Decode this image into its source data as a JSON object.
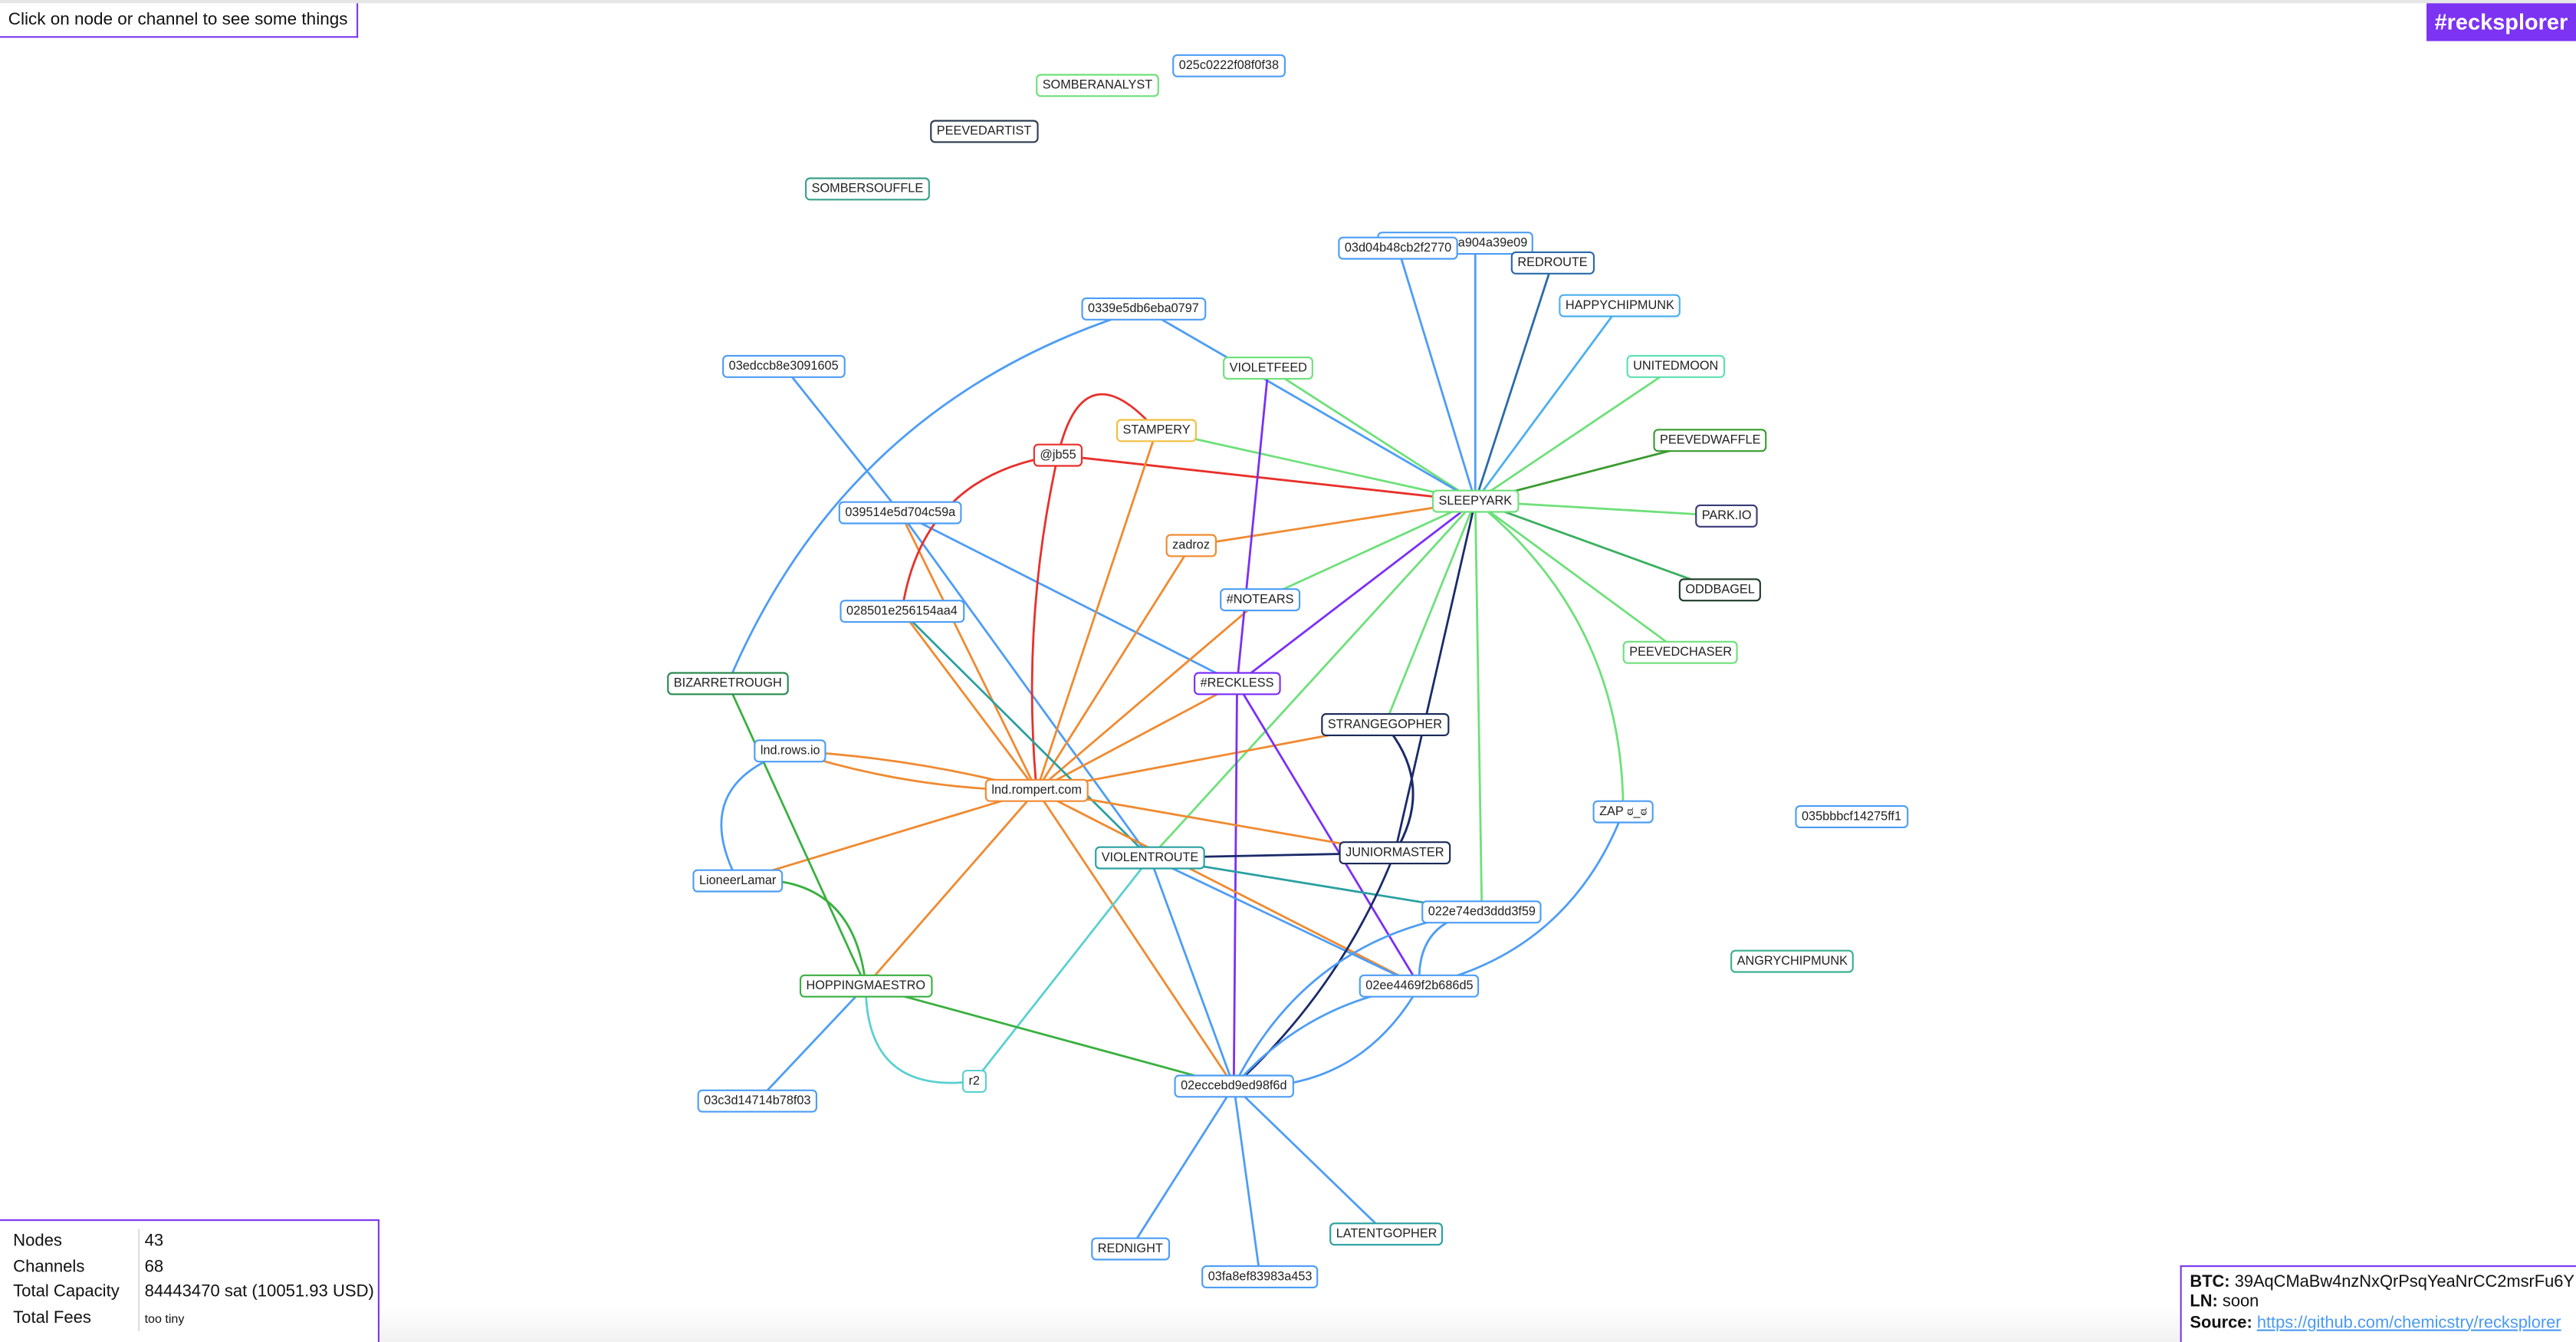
{
  "header": {
    "hint": "Click on node or channel to see some things",
    "brand": "#recksplorer"
  },
  "stats": {
    "rows": [
      {
        "label": "Nodes",
        "value": "43"
      },
      {
        "label": "Channels",
        "value": "68"
      },
      {
        "label": "Total Capacity",
        "value": "84443470 sat (10051.93 USD)"
      },
      {
        "label": "Total Fees",
        "value": "too tiny"
      }
    ]
  },
  "donate": {
    "btc_label": "BTC:",
    "btc_value": "39AqCMaBw4nzNxQrPsqYeaNrCC2msrFu6Y",
    "ln_label": "LN:",
    "ln_value": "soon",
    "source_label": "Source:",
    "source_link": "https://github.com/chemicstry/recksplorer"
  },
  "colors": {
    "accent": "#7c33f2",
    "blue": "#4d9df5",
    "green": "#6ee07a",
    "orange": "#f08a30",
    "red": "#e8302a",
    "purple": "#7b2ff7",
    "navy": "#1a2a6a",
    "teal": "#2aa0a0",
    "cyan": "#5ad0d0"
  },
  "nodes": [
    {
      "label": "SOMBERANALYST",
      "color": "#6ee07a"
    },
    {
      "label": "025c0222f08f0f38",
      "color": "#4d9df5"
    },
    {
      "label": "PEEVEDARTIST",
      "color": "#2c3e50"
    },
    {
      "label": "SOMBERSOUFFLE",
      "color": "#3aa08a"
    },
    {
      "label": "9a904a39e09",
      "color": "#4d9df5"
    },
    {
      "label": "03d04b48cb2f2770",
      "color": "#4d9df5"
    },
    {
      "label": "REDROUTE",
      "color": "#2a6aa8"
    },
    {
      "label": "HAPPYCHIPMUNK",
      "color": "#4ab0ef"
    },
    {
      "label": "0339e5db6eba0797",
      "color": "#4d9df5"
    },
    {
      "label": "03edccb8e3091605",
      "color": "#4d9df5"
    },
    {
      "label": "VIOLETFEED",
      "color": "#6ee07a"
    },
    {
      "label": "UNITEDMOON",
      "color": "#5fe0b0"
    },
    {
      "label": "STAMPERY",
      "color": "#f0c040"
    },
    {
      "label": "PEEVEDWAFFLE",
      "color": "#3a9a30"
    },
    {
      "label": "@jb55",
      "color": "#e8302a"
    },
    {
      "label": "SLEEPYARK",
      "color": "#6ee07a"
    },
    {
      "label": "039514e5d704c59a",
      "color": "#4d9df5"
    },
    {
      "label": "PARK.IO",
      "color": "#3a3a7a"
    },
    {
      "label": "zadroz",
      "color": "#f08a30"
    },
    {
      "label": "ODDBAGEL",
      "color": "#1e3a2a"
    },
    {
      "label": "#NOTEARS",
      "color": "#4d9df5"
    },
    {
      "label": "028501e256154aa4",
      "color": "#4d9df5"
    },
    {
      "label": "PEEVEDCHASER",
      "color": "#6ee07a"
    },
    {
      "label": "BIZARRETROUGH",
      "color": "#2a8a50"
    },
    {
      "label": "#RECKLESS",
      "color": "#7b2ff7"
    },
    {
      "label": "STRANGEGOPHER",
      "color": "#1a2a5a"
    },
    {
      "label": "lnd.rows.io",
      "color": "#4d9df5"
    },
    {
      "label": "lnd.rompert.com",
      "color": "#f08a30"
    },
    {
      "label": "ZAP ಠ_ಠ",
      "color": "#4d9df5"
    },
    {
      "label": "035bbbcf14275ff1",
      "color": "#4d9df5"
    },
    {
      "label": "JUNIORMASTER",
      "color": "#1a2a5a"
    },
    {
      "label": "VIOLENTROUTE",
      "color": "#2aa0a0"
    },
    {
      "label": "LioneerLamar",
      "color": "#4d9df5"
    },
    {
      "label": "022e74ed3ddd3f59",
      "color": "#4d9df5"
    },
    {
      "label": "ANGRYCHIPMUNK",
      "color": "#3ab090"
    },
    {
      "label": "HOPPINGMAESTRO",
      "color": "#3ab040"
    },
    {
      "label": "02ee4469f2b686d5",
      "color": "#4d9df5"
    },
    {
      "label": "r2",
      "color": "#5ad0d0"
    },
    {
      "label": "02eccebd9ed98f6d",
      "color": "#4d9df5"
    },
    {
      "label": "03c3d14714b78f03",
      "color": "#4d9df5"
    },
    {
      "label": "LATENTGOPHER",
      "color": "#2aa0a0"
    },
    {
      "label": "REDNIGHT",
      "color": "#4d9df5"
    },
    {
      "label": "03fa8ef83983a453",
      "color": "#4d9df5"
    }
  ],
  "channels": [
    [
      "SLEEPYARK",
      "03d04b48cb2f2770",
      "#4d9df5"
    ],
    [
      "SLEEPYARK",
      "9a904a39e09",
      "#4d9df5"
    ],
    [
      "SLEEPYARK",
      "REDROUTE",
      "#2a6aa8"
    ],
    [
      "SLEEPYARK",
      "HAPPYCHIPMUNK",
      "#4ab0ef"
    ],
    [
      "SLEEPYARK",
      "UNITEDMOON",
      "#6ee07a"
    ],
    [
      "SLEEPYARK",
      "PEEVEDWAFFLE",
      "#3a9a30"
    ],
    [
      "SLEEPYARK",
      "PARK.IO",
      "#6ee07a"
    ],
    [
      "SLEEPYARK",
      "ODDBAGEL",
      "#3ab060"
    ],
    [
      "SLEEPYARK",
      "PEEVEDCHASER",
      "#6ee07a"
    ],
    [
      "SLEEPYARK",
      "ZAP ಠ_ಠ",
      "#6ee07a"
    ],
    [
      "SLEEPYARK",
      "022e74ed3ddd3f59",
      "#6ee07a"
    ],
    [
      "SLEEPYARK",
      "STRANGEGOPHER",
      "#6ee07a"
    ],
    [
      "SLEEPYARK",
      "VIOLETFEED",
      "#6ee07a"
    ],
    [
      "SLEEPYARK",
      "0339e5db6eba0797",
      "#4d9df5"
    ],
    [
      "SLEEPYARK",
      "STAMPERY",
      "#6ee07a"
    ],
    [
      "SLEEPYARK",
      "@jb55",
      "#e8302a"
    ],
    [
      "SLEEPYARK",
      "zadroz",
      "#f08a30"
    ],
    [
      "SLEEPYARK",
      "#NOTEARS",
      "#6ee07a"
    ],
    [
      "SLEEPYARK",
      "#RECKLESS",
      "#7b2ff7"
    ],
    [
      "SLEEPYARK",
      "VIOLENTROUTE",
      "#6ee07a"
    ],
    [
      "SLEEPYARK",
      "JUNIORMASTER",
      "#1a2a6a"
    ],
    [
      "0339e5db6eba0797",
      "BIZARRETROUGH",
      "#4d9df5"
    ],
    [
      "03edccb8e3091605",
      "039514e5d704c59a",
      "#4d9df5"
    ],
    [
      "039514e5d704c59a",
      "lnd.rompert.com",
      "#f08a30"
    ],
    [
      "039514e5d704c59a",
      "VIOLENTROUTE",
      "#4d9df5"
    ],
    [
      "039514e5d704c59a",
      "#RECKLESS",
      "#4d9df5"
    ],
    [
      "@jb55",
      "028501e256154aa4",
      "#e8302a"
    ],
    [
      "@jb55",
      "lnd.rompert.com",
      "#e8302a"
    ],
    [
      "@jb55",
      "STAMPERY",
      "#e8302a"
    ],
    [
      "STAMPERY",
      "lnd.rompert.com",
      "#f08a30"
    ],
    [
      "zadroz",
      "lnd.rompert.com",
      "#f08a30"
    ],
    [
      "#NOTEARS",
      "lnd.rompert.com",
      "#f08a30"
    ],
    [
      "#RECKLESS",
      "lnd.rompert.com",
      "#f08a30"
    ],
    [
      "STRANGEGOPHER",
      "lnd.rompert.com",
      "#f08a30"
    ],
    [
      "028501e256154aa4",
      "lnd.rompert.com",
      "#f08a30"
    ],
    [
      "028501e256154aa4",
      "VIOLENTROUTE",
      "#2aa0a0"
    ],
    [
      "VIOLETFEED",
      "#RECKLESS",
      "#7b2ff7"
    ],
    [
      "#RECKLESS",
      "02eccebd9ed98f6d",
      "#7b2ff7"
    ],
    [
      "#RECKLESS",
      "02ee4469f2b686d5",
      "#7b2ff7"
    ],
    [
      "lnd.rows.io",
      "lnd.rompert.com",
      "#f08a30"
    ],
    [
      "lnd.rows.io",
      "lnd.rompert.com",
      "#f08a30"
    ],
    [
      "lnd.rows.io",
      "LioneerLamar",
      "#4d9df5"
    ],
    [
      "LioneerLamar",
      "lnd.rompert.com",
      "#f08a30"
    ],
    [
      "LioneerLamar",
      "HOPPINGMAESTRO",
      "#3ab040"
    ],
    [
      "BIZARRETROUGH",
      "HOPPINGMAESTRO",
      "#3ab040"
    ],
    [
      "lnd.rompert.com",
      "HOPPINGMAESTRO",
      "#f08a30"
    ],
    [
      "lnd.rompert.com",
      "02eccebd9ed98f6d",
      "#f08a30"
    ],
    [
      "lnd.rompert.com",
      "JUNIORMASTER",
      "#f08a30"
    ],
    [
      "lnd.rompert.com",
      "02ee4469f2b686d5",
      "#f08a30"
    ],
    [
      "VIOLENTROUTE",
      "JUNIORMASTER",
      "#1a2a6a"
    ],
    [
      "VIOLENTROUTE",
      "022e74ed3ddd3f59",
      "#2aa0a0"
    ],
    [
      "VIOLENTROUTE",
      "02ee4469f2b686d5",
      "#4d9df5"
    ],
    [
      "VIOLENTROUTE",
      "02eccebd9ed98f6d",
      "#4d9df5"
    ],
    [
      "VIOLENTROUTE",
      "r2",
      "#5ad0d0"
    ],
    [
      "STRANGEGOPHER",
      "JUNIORMASTER",
      "#1a2a6a"
    ],
    [
      "JUNIORMASTER",
      "02eccebd9ed98f6d",
      "#1a2a6a"
    ],
    [
      "HOPPINGMAESTRO",
      "r2",
      "#5ad0d0"
    ],
    [
      "HOPPINGMAESTRO",
      "02eccebd9ed98f6d",
      "#3ab040"
    ],
    [
      "HOPPINGMAESTRO",
      "03c3d14714b78f03",
      "#4d9df5"
    ],
    [
      "02eccebd9ed98f6d",
      "02ee4469f2b686d5",
      "#4d9df5"
    ],
    [
      "02eccebd9ed98f6d",
      "02ee4469f2b686d5",
      "#4d9df5"
    ],
    [
      "02eccebd9ed98f6d",
      "022e74ed3ddd3f59",
      "#4d9df5"
    ],
    [
      "02ee4469f2b686d5",
      "022e74ed3ddd3f59",
      "#4d9df5"
    ],
    [
      "ZAP ಠ_ಠ",
      "02ee4469f2b686d5",
      "#4d9df5"
    ],
    [
      "02eccebd9ed98f6d",
      "REDNIGHT",
      "#4d9df5"
    ],
    [
      "02eccebd9ed98f6d",
      "03fa8ef83983a453",
      "#4d9df5"
    ],
    [
      "02eccebd9ed98f6d",
      "LATENTGOPHER",
      "#4d9df5"
    ],
    [
      "JUNIORMASTER",
      "STRANGEGOPHER",
      "#1a2a6a"
    ]
  ]
}
